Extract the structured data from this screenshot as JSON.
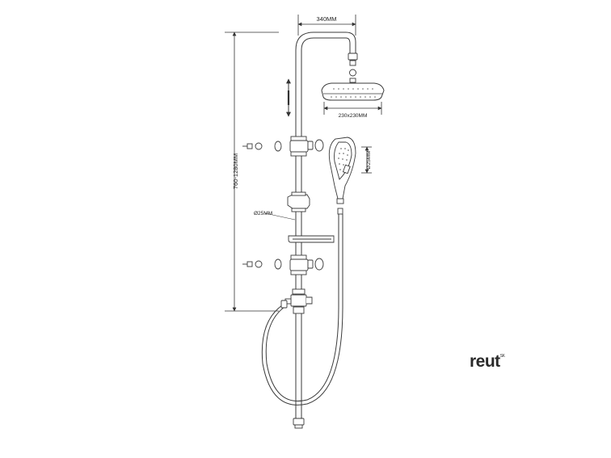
{
  "labels": {
    "top_width": "340MM",
    "head_size": "230x230MM",
    "hand_size": "Ø25MM",
    "height_range": "760-1280MM",
    "pipe_diameter": "Ø25MM"
  },
  "brand": {
    "name": "reut",
    "mark": "SK"
  },
  "colors": {
    "line": "#3a3a3a",
    "text": "#222222"
  }
}
